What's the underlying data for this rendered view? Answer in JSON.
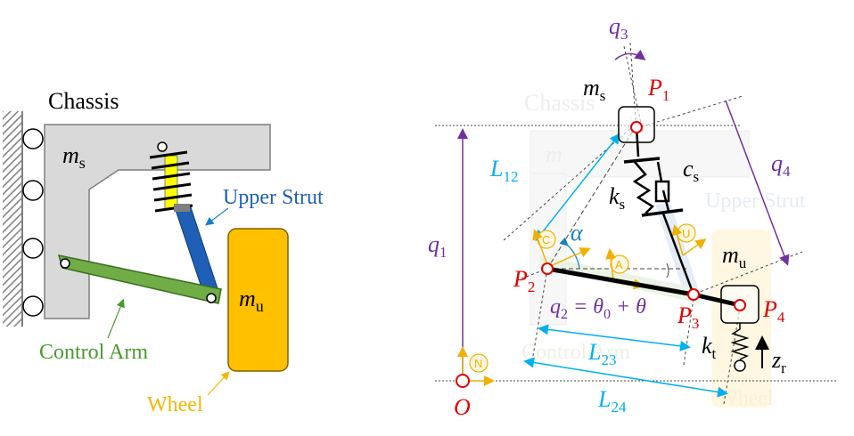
{
  "left": {
    "chassis": "Chassis",
    "ms_main": "m",
    "ms_sub": "s",
    "upper_strut": "Upper Strut",
    "control_arm": "Control Arm",
    "wheel": "Wheel",
    "mu_main": "m",
    "mu_sub": "u"
  },
  "right": {
    "ghost_chassis": "Chassis",
    "ghost_ms": "m",
    "ghost_upper_strut": "Upper Strut",
    "ghost_control_arm": "Control Arm",
    "ghost_wheel": "Wheel",
    "ms_main": "m",
    "ms_sub": "s",
    "P1_main": "P",
    "P1_sub": "1",
    "P2_main": "P",
    "P2_sub": "2",
    "P3_main": "P",
    "P3_sub": "3",
    "P4_main": "P",
    "P4_sub": "4",
    "q1_main": "q",
    "q1_sub": "1",
    "q2_main": "q",
    "q2_sub": "2",
    "q2_rest": " = θ",
    "q2_theta_sub": "0",
    "q2_tail": " + θ",
    "q3_main": "q",
    "q3_sub": "3",
    "q4_main": "q",
    "q4_sub": "4",
    "L12_main": "L",
    "L12_sub": "12",
    "L23_main": "L",
    "L23_sub": "23",
    "L24_main": "L",
    "L24_sub": "24",
    "ks_main": "k",
    "ks_sub": "s",
    "cs_main": "c",
    "cs_sub": "s",
    "kt_main": "k",
    "kt_sub": "t",
    "mu_main": "m",
    "mu_sub": "u",
    "zr_main": "z",
    "zr_sub": "r",
    "alpha": "α",
    "origin": "O",
    "frame_C": "C",
    "frame_U": "U",
    "frame_A": "A",
    "frame_N": "N"
  },
  "colors": {
    "chassis_gray": "#d9d9d9",
    "strut_blue": "#1f5fb5",
    "arm_green": "#70ad47",
    "wheel_yellow": "#ffc000",
    "spring_yellow": "#ffff00",
    "label_blue": "#1a7fc1",
    "label_green": "#4a9a2e",
    "label_yellow": "#f2b800",
    "point_red": "#e00000",
    "purple": "#7030a0",
    "cyan": "#00b0f0",
    "frame_orange": "#f0b000"
  }
}
